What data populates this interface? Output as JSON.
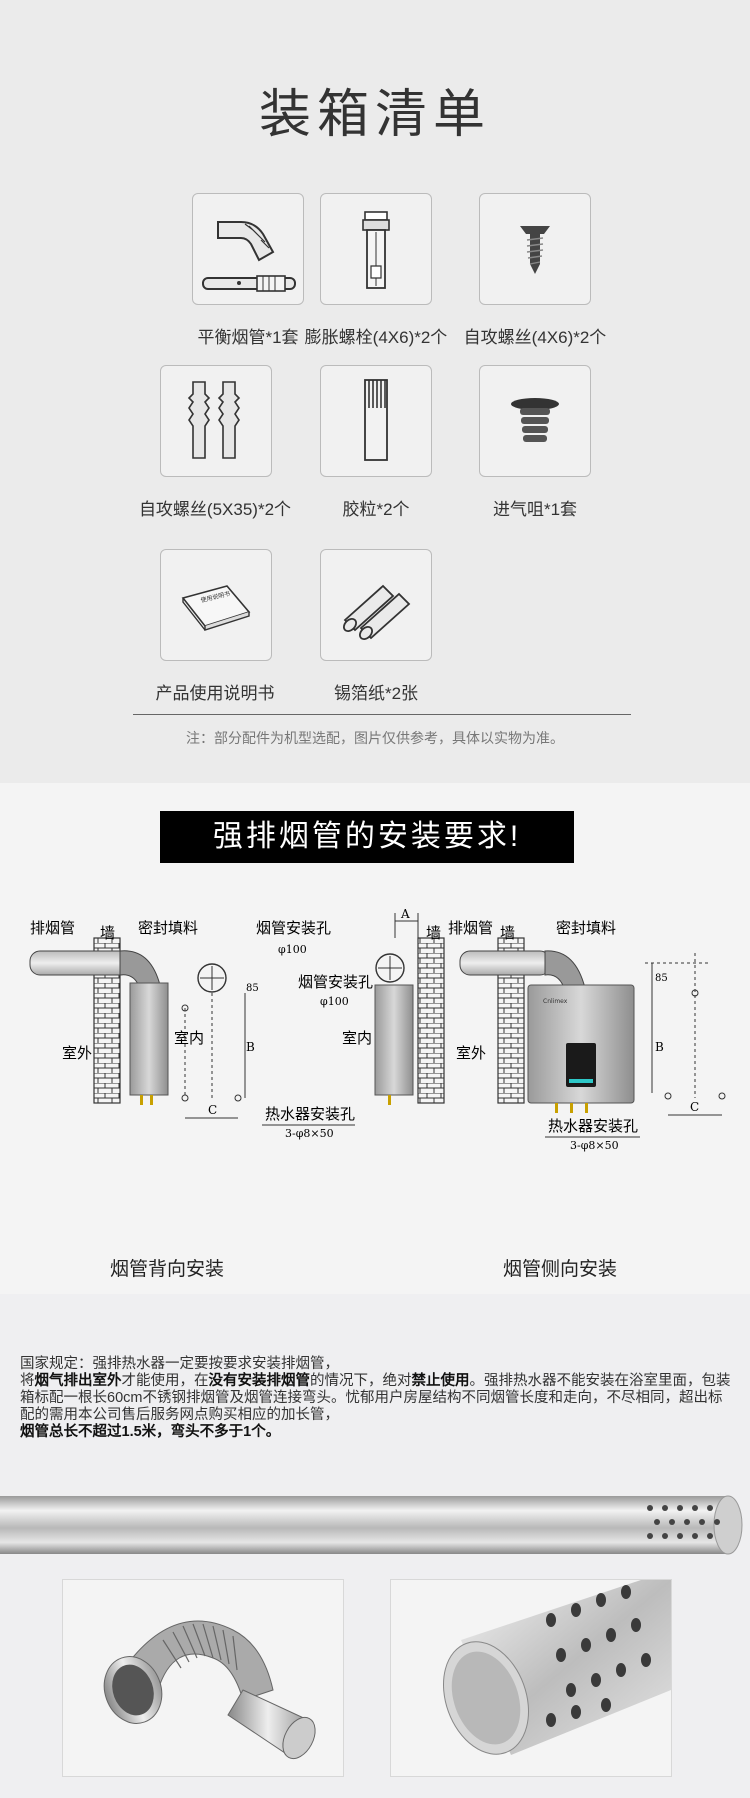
{
  "packing_list": {
    "title": "装箱清单",
    "items": [
      {
        "label": "平衡烟管*1套",
        "icon": "balanced-flue-pipe-icon"
      },
      {
        "label": "膨胀螺栓(4X6)*2个",
        "icon": "expansion-bolt-icon"
      },
      {
        "label": "自攻螺丝(4X6)*2个",
        "icon": "self-tapping-screw-icon"
      },
      {
        "label": "自攻螺丝(5X35)*2个",
        "icon": "wall-anchor-icon"
      },
      {
        "label": "胶粒*2个",
        "icon": "rubber-plug-icon"
      },
      {
        "label": "进气咀*1套",
        "icon": "air-intake-nozzle-icon"
      },
      {
        "label": "产品使用说明书",
        "icon": "manual-book-icon",
        "book_text": "使用说明书"
      },
      {
        "label": "锡箔纸*2张",
        "icon": "foil-roll-icon"
      }
    ],
    "note": "注：部分配件为机型选配，图片仅供参考，具体以实物为准。"
  },
  "install": {
    "banner": "强排烟管的安装要求!",
    "back": {
      "caption": "烟管背向安装",
      "labels": {
        "exhaust_pipe": "排烟管",
        "wall": "墙",
        "seal": "密封填料",
        "hole": "烟管安装孔",
        "hole_size": "φ100",
        "outdoor": "室外",
        "indoor": "室内",
        "heater_hole": "热水器安装孔",
        "heater_hole_size": "3-φ8×50",
        "dim_b": "B",
        "dim_c": "C",
        "dim_top": "85"
      }
    },
    "side": {
      "caption": "烟管侧向安装",
      "labels": {
        "hole": "烟管安装孔",
        "hole_size": "φ100",
        "dim_a": "A",
        "wall": "墙",
        "exhaust_pipe": "排烟管",
        "seal": "密封填料",
        "indoor": "室内",
        "outdoor": "室外",
        "heater_hole": "热水器安装孔",
        "heater_hole_size": "3-φ8×50",
        "dim_b": "B",
        "dim_c": "C",
        "dim_top": "85",
        "brand": "Cnlimex"
      }
    }
  },
  "regulation": {
    "p1": "国家规定：强排热水器一定要按要求安装排烟管，",
    "p2a": "将",
    "p2b": "烟气排出室外",
    "p2c": "才能使用，在",
    "p2d": "没有安装排烟管",
    "p2e": "的情况下，绝对",
    "p2f": "禁止使用",
    "p2g": "。强排热水器不能安装在浴室里面，包装箱标配一根长60cm不锈钢排烟管及烟管连接弯头。忧郁用户房屋结构不同烟管长度和走向，不尽相同，超出标配的需用本公司售后服务网点购买相应的加长管，",
    "p3": "烟管总长不超过1.5米，弯头不多于1个。"
  }
}
